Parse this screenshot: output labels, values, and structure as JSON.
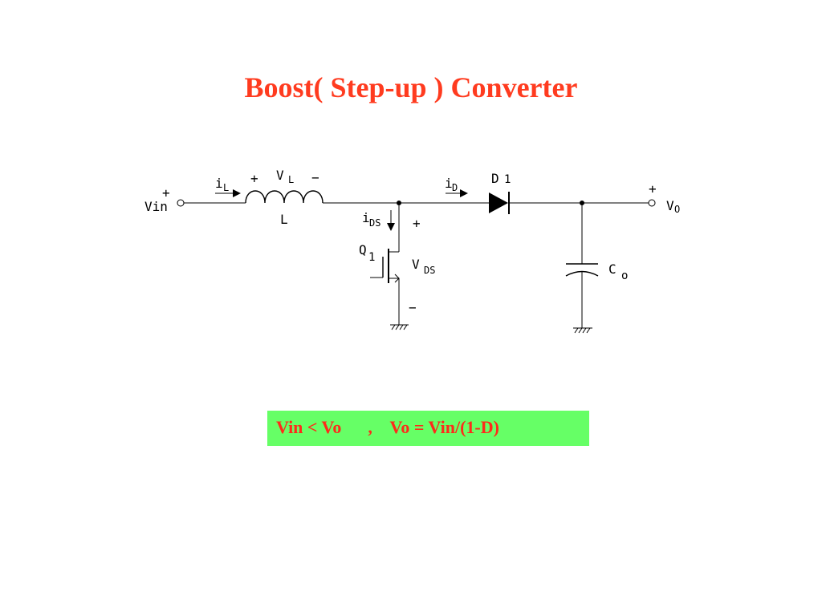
{
  "title": "Boost( Step-up ) Converter",
  "labels": {
    "vin_plus": "+",
    "vin": "Vin",
    "iL_main": "i",
    "iL_sub": "L",
    "vl_plus": "+",
    "VL_main": "V",
    "VL_sub": "L",
    "vl_minus": "−",
    "inductor": "L",
    "iD_main": "i",
    "iD_sub": "D",
    "D1_main": "D",
    "D1_sub": "1",
    "vo_plus": "+",
    "Vo_main": "V",
    "Vo_sub": "O",
    "iDS_main": "i",
    "iDS_sub": "DS",
    "vds_plus": "+",
    "Q1_main": "Q",
    "Q1_sub": "1",
    "VDS_main": "V",
    "VDS_sub": "DS",
    "vds_minus": "−",
    "Co_main": "C",
    "Co_sub": "o"
  },
  "formula": "Vin < Vo      ,    Vo = Vin/(1-D)",
  "colors": {
    "title": "#ff3b1f",
    "formula_text": "#ff2a1a",
    "formula_bg": "#66ff66",
    "wire": "#000000"
  }
}
